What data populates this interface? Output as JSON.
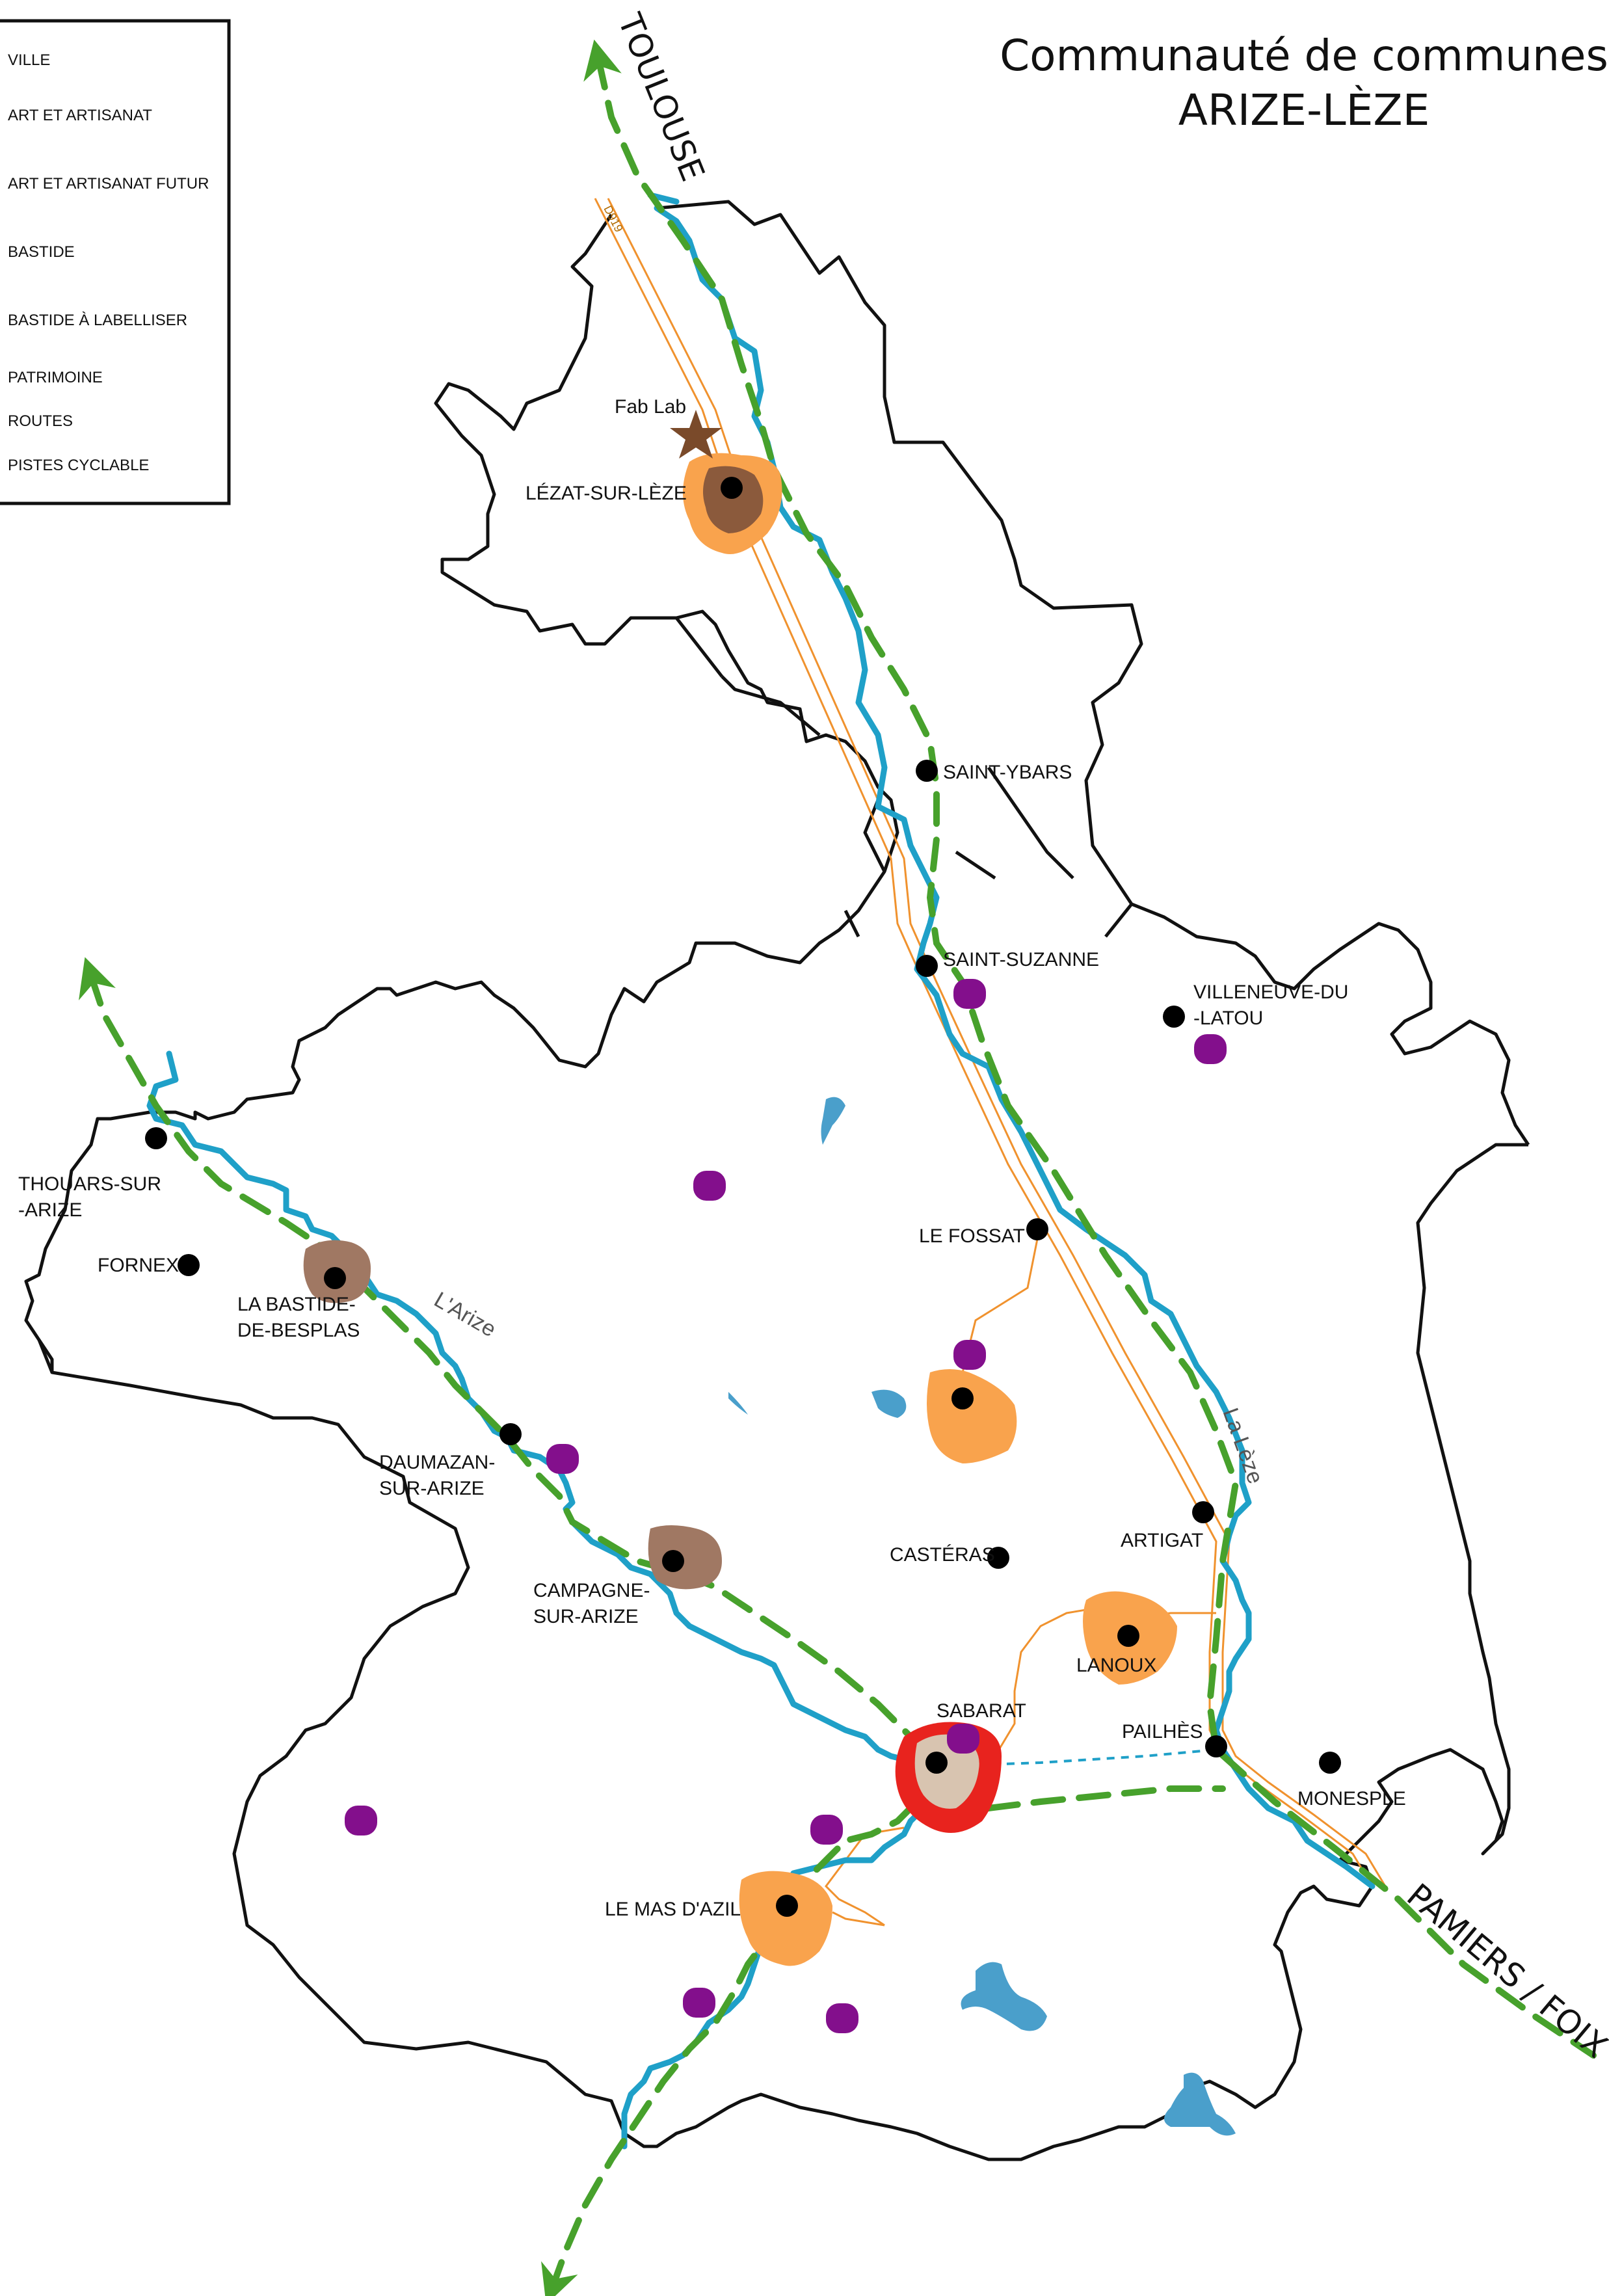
{
  "title": {
    "line1": "Communauté de communes",
    "line2": "ARIZE-LÈZE"
  },
  "legend": {
    "items": [
      "VILLE",
      "ART ET ARTISANAT",
      "ART ET ARTISANAT FUTUR",
      "BASTIDE",
      "BASTIDE À LABELLISER",
      "PATRIMOINE",
      "ROUTES",
      "PISTES CYCLABLE"
    ]
  },
  "directions": {
    "north": "TOULOUSE",
    "southeast": "PAMIERS / FOIX"
  },
  "rivers": {
    "arize": "L'Arize",
    "leze": "La Lèze"
  },
  "road_label": "D919",
  "poi": {
    "fablab": "Fab Lab"
  },
  "towns": [
    {
      "id": "lezat",
      "label": "LÉZAT-SUR-LÈZE"
    },
    {
      "id": "saint-ybars",
      "label": "SAINT-YBARS"
    },
    {
      "id": "saint-suzanne",
      "label": "SAINT-SUZANNE"
    },
    {
      "id": "villeneuve",
      "label": [
        "VILLENEUVE-DU",
        "-LATOU"
      ]
    },
    {
      "id": "thouars",
      "label": [
        "THOUARS-SUR",
        "-ARIZE"
      ]
    },
    {
      "id": "fornex",
      "label": "FORNEX"
    },
    {
      "id": "la-bastide",
      "label": [
        "LA BASTIDE-",
        "DE-BESPLAS"
      ]
    },
    {
      "id": "le-fossat",
      "label": "LE FOSSAT"
    },
    {
      "id": "daumazan",
      "label": [
        "DAUMAZAN-",
        "SUR-ARIZE"
      ]
    },
    {
      "id": "campagne",
      "label": [
        "CAMPAGNE-",
        "SUR-ARIZE"
      ]
    },
    {
      "id": "casteras",
      "label": "CASTÉRAS"
    },
    {
      "id": "artigat",
      "label": "ARTIGAT"
    },
    {
      "id": "lanoux",
      "label": "LANOUX"
    },
    {
      "id": "sabarat",
      "label": "SABARAT"
    },
    {
      "id": "pailhes",
      "label": "PAILHÈS"
    },
    {
      "id": "monesple",
      "label": "MONESPLE"
    },
    {
      "id": "le-mas-dazil",
      "label": "LE MAS D'AZIL"
    }
  ],
  "colors": {
    "ville": "#000000",
    "art": "#f9a34d",
    "art_future": "#8b5a3c",
    "bastide": "#a07863",
    "bastide_label": "#e8231e",
    "patrimoine": "#830f8c",
    "routes": "#f0922e",
    "pistes": "#47a12c",
    "river": "#1fa0c8",
    "lake": "#4a9fcb"
  }
}
